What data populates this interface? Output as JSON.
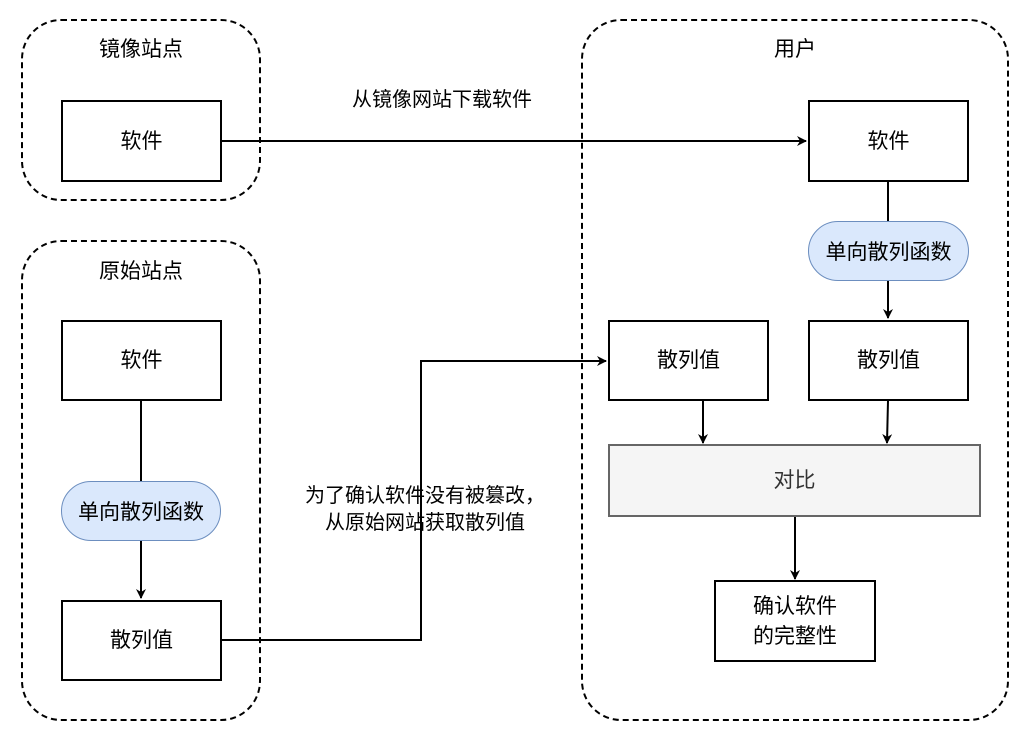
{
  "groups": {
    "mirror": {
      "title": "镜像站点"
    },
    "origin": {
      "title": "原始站点"
    },
    "user": {
      "title": "用户"
    }
  },
  "mirror_site": {
    "software": "软件"
  },
  "origin_site": {
    "software": "软件",
    "hash_function": "单向散列函数",
    "hash_value": "散列值"
  },
  "user_side": {
    "software": "软件",
    "hash_function": "单向散列函数",
    "hash_value_computed": "散列值",
    "hash_value_fetched": "散列值",
    "compare": "对比",
    "confirm": "确认软件\n的完整性"
  },
  "edge_labels": {
    "download": "从镜像网站下载软件",
    "fetch_hash": "为了确认软件没有被篡改，\n从原始网站获取散列值"
  }
}
